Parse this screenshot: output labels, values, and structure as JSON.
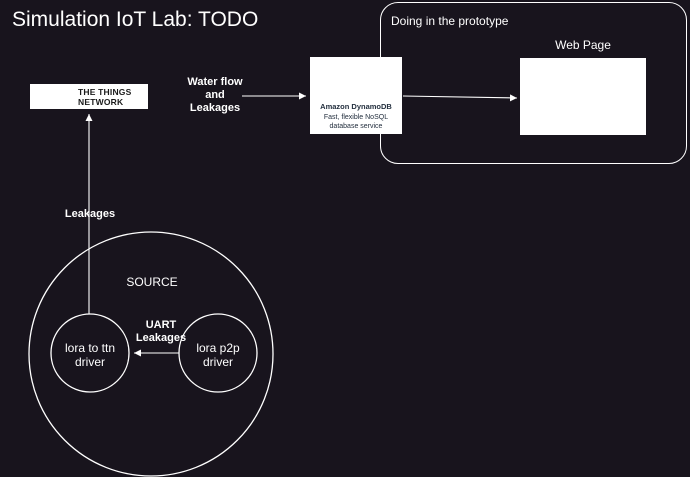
{
  "page": {
    "title": "Simulation IoT Lab: TODO"
  },
  "prototype": {
    "label": "Doing in the prototype",
    "webpage_label": "Web Page"
  },
  "ttn": {
    "logo_line1": "THE THINGS",
    "logo_line2": "NETWORK",
    "icon": "cloud-icon"
  },
  "dynamodb": {
    "icon": "dynamodb-icon",
    "title": "Amazon DynamoDB",
    "subtitle_line1": "Fast, flexible NoSQL",
    "subtitle_line2": "database service"
  },
  "edges": {
    "ttn_to_db_line1": "Water flow",
    "ttn_to_db_line2": "and",
    "ttn_to_db_line3": "Leakages",
    "source_to_ttn": "Leakages",
    "uart_line1": "UART",
    "uart_line2": "Leakages"
  },
  "source": {
    "label": "SOURCE",
    "ttn_driver_line1": "lora to ttn",
    "ttn_driver_line2": "driver",
    "p2p_driver_line1": "lora p2p",
    "p2p_driver_line2": "driver"
  },
  "colors": {
    "background": "#18141d",
    "stroke": "#ffffff",
    "dynamodb_orange": "#f08a1c",
    "ttn_blue": "#0d83d0",
    "chart_accent": "#5b5bd6"
  }
}
